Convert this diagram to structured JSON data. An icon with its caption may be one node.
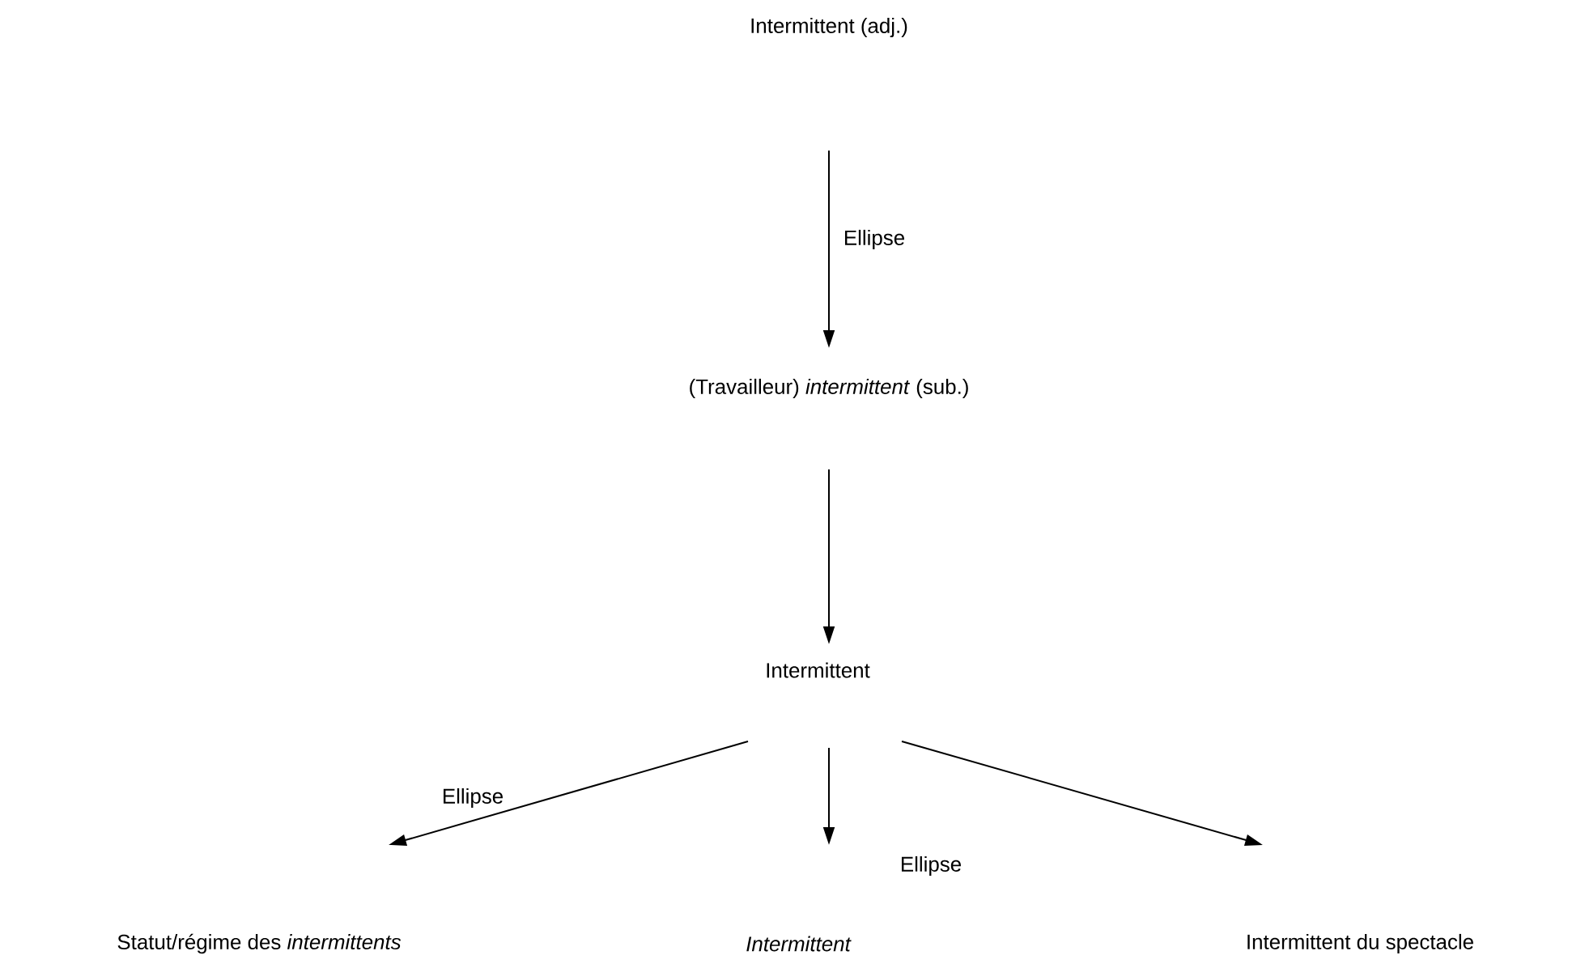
{
  "diagram": {
    "nodes": [
      {
        "text": [
          "Intermittent (adj.)"
        ]
      },
      {
        "text": [
          "(Travailleur) *intermittent* (sub.)"
        ]
      },
      {
        "text": [
          "Intermittent"
        ]
      },
      {
        "text": [
          "Statut/régime des *intermittents*"
        ]
      },
      {
        "text": [
          "Intermittent"
        ]
      },
      {
        "text": [
          "Intermittent du spectacle"
        ]
      }
    ],
    "edges": [
      {
        "from": 0,
        "to": 1,
        "arrow": "to",
        "label": "Ellipse"
      },
      {
        "from": 1,
        "to": 2,
        "arrow": "to"
      },
      {
        "from": 2,
        "to": 3,
        "arrow": "to",
        "label": "Ellipse"
      },
      {
        "from": 2,
        "to": 4,
        "arrow": "to",
        "label": "Ellipse"
      },
      {
        "from": 2,
        "to": 5,
        "arrow": "to"
      }
    ]
  }
}
